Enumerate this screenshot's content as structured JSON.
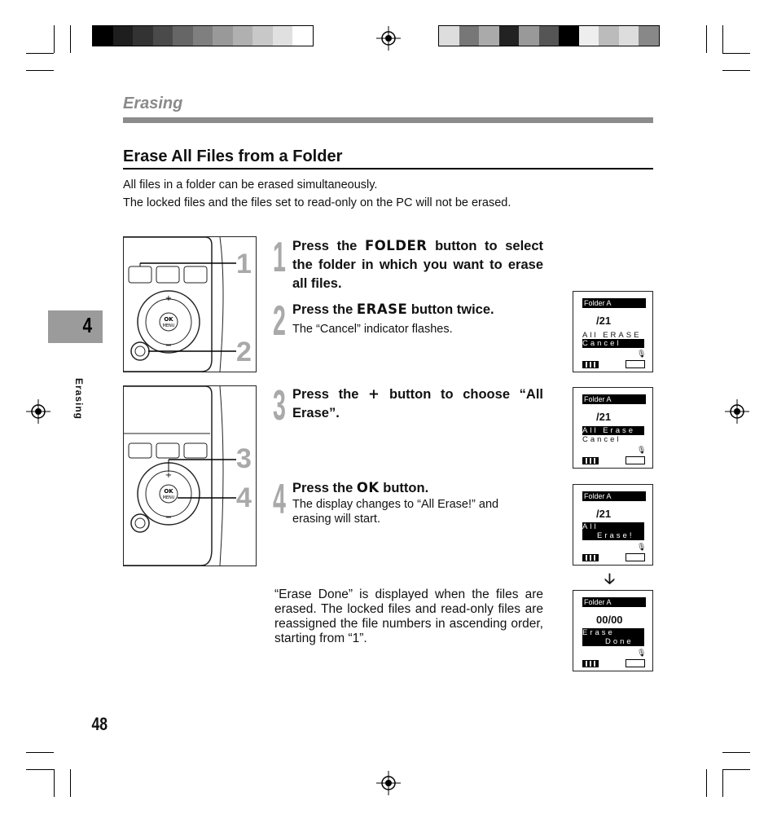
{
  "section_label": "Erasing",
  "heading": "Erase All Files from a Folder",
  "intro": [
    "All files in a folder can be erased simultaneously.",
    "The locked files and the files set to read-only on the PC will not be erased."
  ],
  "chapter": {
    "number": "4",
    "side_label": "Erasing"
  },
  "steps": [
    {
      "num": "1",
      "title_pre": "Press the ",
      "keyword": "FOLDER",
      "title_post": " button to select the folder in which you want to erase all files.",
      "body": ""
    },
    {
      "num": "2",
      "title_pre": "Press the ",
      "keyword": "ERASE",
      "title_post": " button twice.",
      "body": "The “Cancel” indicator flashes."
    },
    {
      "num": "3",
      "title_pre": "Press the ",
      "keyword": "+",
      "title_post": " button to choose  “All Erase”.",
      "body": ""
    },
    {
      "num": "4",
      "title_pre": "Press the ",
      "keyword": "OK",
      "title_post": " button.",
      "body": "The display changes to “All Erase!” and erasing will start."
    }
  ],
  "done_note": "“Erase Done” is displayed when the files are erased. The locked files and read-only files are reassigned the file numbers in ascending order, starting from “1”.",
  "device_callouts": [
    "1",
    "2",
    "3",
    "4"
  ],
  "device_labels": {
    "ok": "OK",
    "menu": "MENU",
    "plus": "+",
    "minus": "−"
  },
  "lcd_screens": [
    {
      "folder": "Folder A",
      "count": "/21",
      "line1": "All ERASE",
      "line2": "Cancel",
      "inverted_line": 2
    },
    {
      "folder": "Folder A",
      "count": "/21",
      "line1": "All Erase",
      "line2": "Cancel",
      "inverted_line": 1
    },
    {
      "folder": "Folder A",
      "count": "/21",
      "line1": "All",
      "line2": "Erase!",
      "inverted_line": 0
    },
    {
      "folder": "Folder A",
      "count": "00/00",
      "line1": "Erase",
      "line2": "Done",
      "inverted_line": 0
    }
  ],
  "page_number": "48",
  "colors": {
    "section_gray": "#8a8a8a",
    "step_number_gray": "#a9a9a9",
    "tab_gray": "#9b9b9b"
  }
}
